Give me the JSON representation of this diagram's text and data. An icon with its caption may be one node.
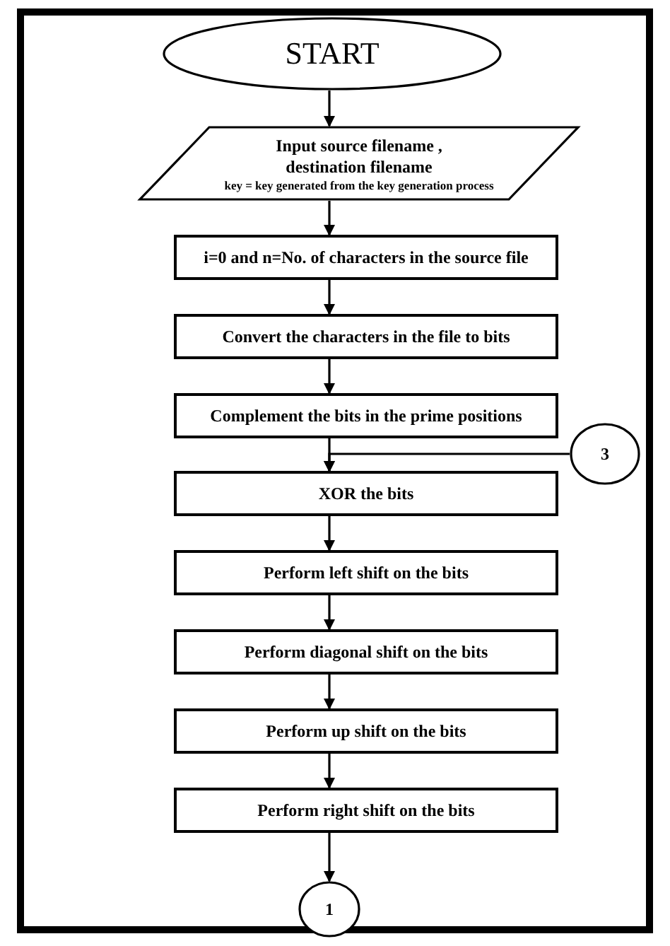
{
  "diagram": {
    "nodes": [
      {
        "text": [
          "START"
        ]
      },
      {
        "text": [
          "Input source filename , destination filename",
          "key = key generated from the key generation process"
        ]
      },
      {
        "text": [
          "i=0 and n=No. of characters in the source file"
        ]
      },
      {
        "text": [
          "Convert the characters in the file to bits"
        ]
      },
      {
        "text": [
          "Complement the bits in the prime positions"
        ]
      },
      {
        "text": [
          "XOR the bits"
        ]
      },
      {
        "text": [
          "Perform left shift on the bits"
        ]
      },
      {
        "text": [
          "Perform diagonal shift on the bits"
        ]
      },
      {
        "text": [
          "Perform up shift on the bits"
        ]
      },
      {
        "text": [
          "Perform right shift on the bits"
        ]
      },
      {
        "text": [
          "3"
        ]
      },
      {
        "text": [
          "1"
        ]
      }
    ],
    "edges": [
      {
        "from": 0,
        "to": 1,
        "arrow": "to"
      },
      {
        "from": 1,
        "to": 2,
        "arrow": "to"
      },
      {
        "from": 2,
        "to": 3,
        "arrow": "to"
      },
      {
        "from": 3,
        "to": 4,
        "arrow": "to"
      },
      {
        "from": 4,
        "to": 5,
        "arrow": "to"
      },
      {
        "from": 10,
        "to": 5,
        "arrow": "to"
      },
      {
        "from": 5,
        "to": 6,
        "arrow": "to"
      },
      {
        "from": 6,
        "to": 7,
        "arrow": "to"
      },
      {
        "from": 7,
        "to": 8,
        "arrow": "to"
      },
      {
        "from": 8,
        "to": 9,
        "arrow": "to"
      },
      {
        "from": 9,
        "to": 11,
        "arrow": "to"
      }
    ]
  }
}
